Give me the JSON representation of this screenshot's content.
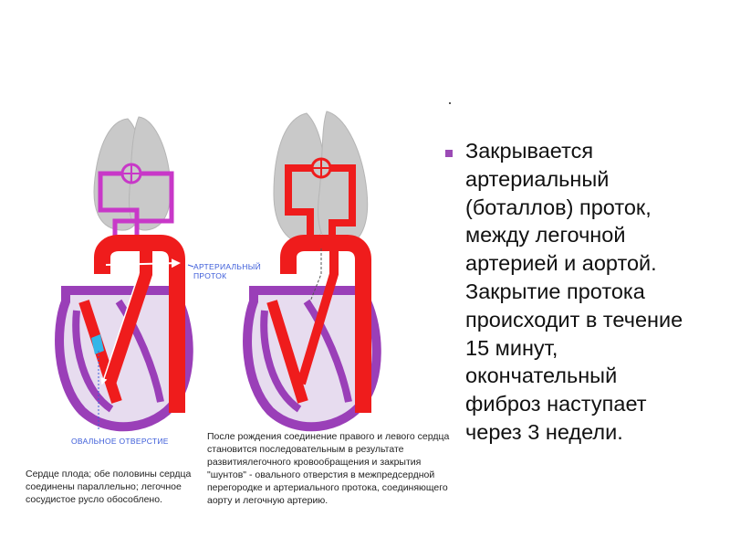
{
  "figure": {
    "label_duct": "АРТЕРИАЛЬНЫЙ ПРОТОК",
    "label_oval": "ОВАЛЬНОЕ ОТВЕРСТИЕ",
    "caption_left": "Сердце плода; обе половины сердца соединены параллельно; легочное сосудистое русло обособлено.",
    "caption_right": "После рождения соединение правого и левого сердца становится последовательным в результате развитиялегочного кровообращения и закрытия \"шунтов\" - овального отверстия в межпредсердной перегородке и артериального протока, соединяющего аорту и легочную артерию."
  },
  "bullet": {
    "text": " Закрывается\nартериальный\n(боталлов) проток,\nмежду легочной\nартерией и аортой.\nЗакрытие протока\nпроисходит в течение\n15 минут,\nокончательный\nфиброз наступает\nчерез 3 недели."
  },
  "colors": {
    "red": "#ef1c1c",
    "dark_red": "#b30d0d",
    "purple": "#9a3fb8",
    "magenta": "#c838c8",
    "lung_gray": "#c9c9c9",
    "blue_label": "#3b5bd9",
    "bullet_purple": "#9b4bb5"
  }
}
